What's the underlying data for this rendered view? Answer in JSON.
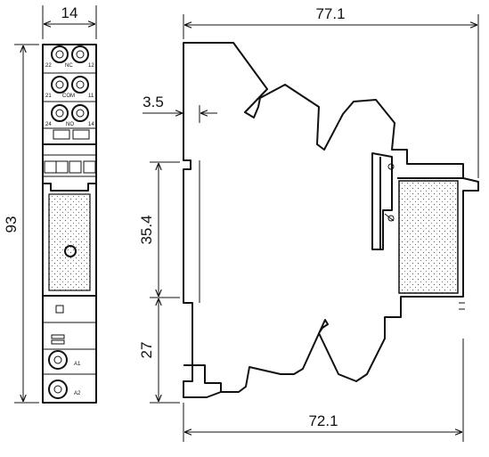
{
  "dimensions": {
    "width": "14",
    "height": "93",
    "depth": "77.1",
    "offset": "3.5",
    "rail_height": "35.4",
    "lower_height": "27",
    "base_depth": "72.1"
  },
  "terminal_labels": {
    "row1_left": "22",
    "row1_mid": "NC",
    "row1_right": "12",
    "row2_left": "21",
    "row2_mid": "COM",
    "row2_right": "11",
    "row3_left": "24",
    "row3_mid": "NO",
    "row3_right": "14",
    "coil_a1": "A1",
    "coil_a2": "A2"
  }
}
